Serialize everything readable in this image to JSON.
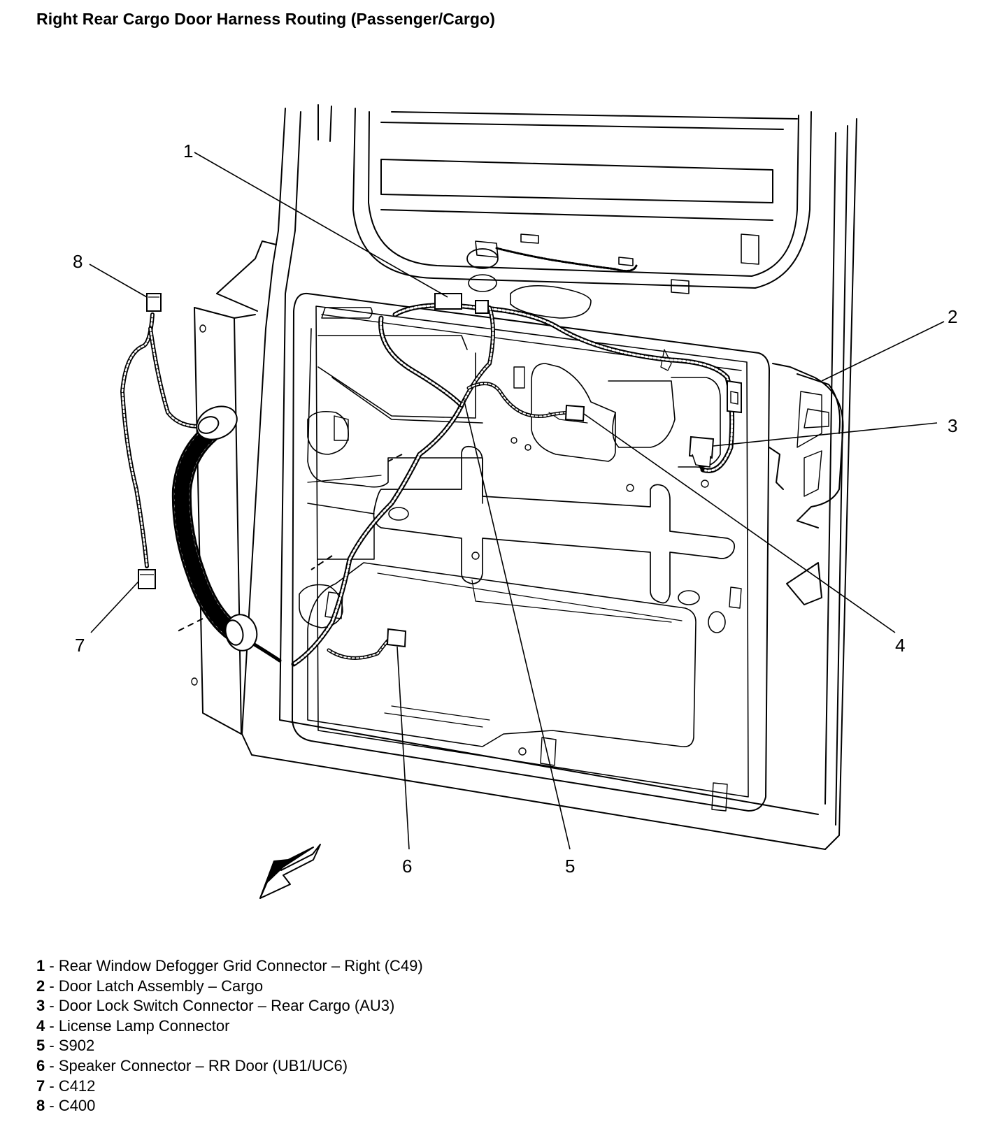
{
  "title": "Right Rear Cargo Door Harness Routing (Passenger/Cargo)",
  "callouts": [
    "1",
    "2",
    "3",
    "4",
    "5",
    "6",
    "7",
    "8"
  ],
  "legend": [
    {
      "num": "1",
      "text": "Rear Window Defogger Grid Connector – Right (C49)"
    },
    {
      "num": "2",
      "text": "Door Latch Assembly – Cargo"
    },
    {
      "num": "3",
      "text": "Door Lock Switch Connector – Rear Cargo (AU3)"
    },
    {
      "num": "4",
      "text": "License Lamp Connector"
    },
    {
      "num": "5",
      "text": "S902"
    },
    {
      "num": "6",
      "text": "Speaker Connector – RR Door (UB1/UC6)"
    },
    {
      "num": "7",
      "text": "C412"
    },
    {
      "num": "8",
      "text": "C400"
    }
  ],
  "legend_separator": " - ",
  "icons": {
    "direction_arrow": "front-direction-arrow-icon"
  }
}
